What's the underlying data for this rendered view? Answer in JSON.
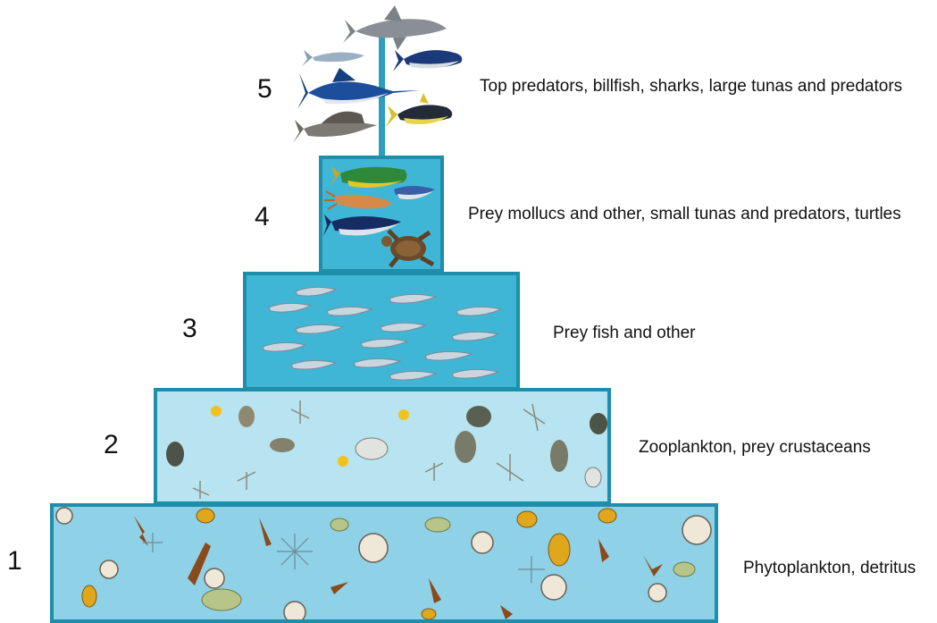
{
  "colors": {
    "tier_border": "#1f8eab",
    "tier_fill_dark": "#40b6d6",
    "tier_fill_light": "#b8e3f0",
    "tier_fill_bottom": "#8fd1e6"
  },
  "levels": [
    {
      "number": "5",
      "label": "Top predators, billfish, sharks, large tunas and predators"
    },
    {
      "number": "4",
      "label": "Prey mollucs and other, small tunas and predators, turtles"
    },
    {
      "number": "3",
      "label": "Prey fish and other"
    },
    {
      "number": "2",
      "label": "Zooplankton, prey crustaceans"
    },
    {
      "number": "1",
      "label": "Phytoplankton, detritus"
    }
  ]
}
